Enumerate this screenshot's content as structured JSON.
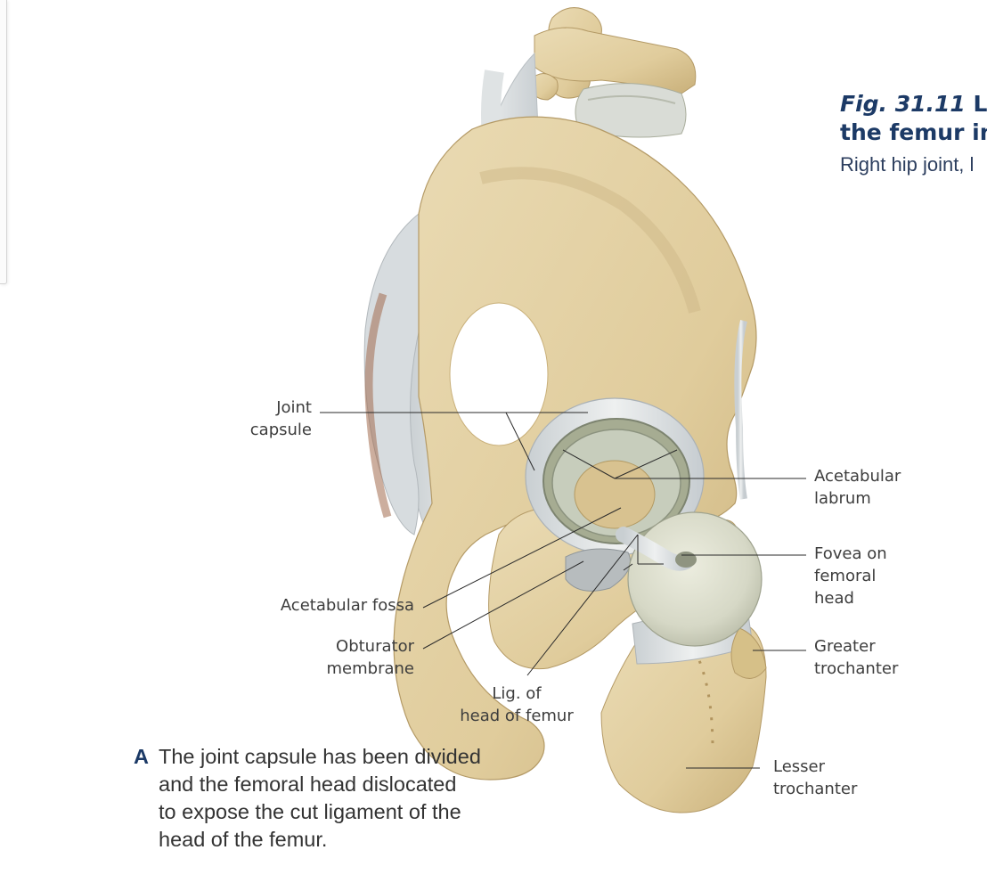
{
  "figure": {
    "number": "Fig. 31.11",
    "title_part1": "Lig",
    "title_part2": "the femur in",
    "subtitle": "Right hip joint, l"
  },
  "labels": {
    "joint_capsule": "Joint\ncapsule",
    "acetabular_fossa": "Acetabular fossa",
    "obturator_membrane": "Obturator\nmembrane",
    "lig_head_femur": "Lig. of\nhead of femur",
    "acetabular_labrum": "Acetabular\nlabrum",
    "fovea": "Fovea on\nfemoral\nhead",
    "greater_trochanter": "Greater\ntrochanter",
    "lesser_trochanter": "Lesser\ntrochanter"
  },
  "caption": {
    "letter": "A",
    "text": "The joint capsule has been divided\nand the femoral head dislocated\nto expose the cut ligament of the\nhead of the femur."
  },
  "colors": {
    "bone": "#e2d1a6",
    "bone_shadow": "#c5ad78",
    "ligament": "#dfe3e4",
    "cartilage": "#dcdcce",
    "heading": "#1c3a66"
  }
}
